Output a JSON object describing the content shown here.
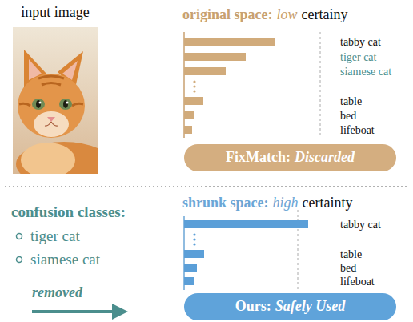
{
  "diagram": {
    "nodes": [
      {
        "text": [
          "FixMatch:",
          "Discarded"
        ]
      },
      {
        "text": [
          "Ours:",
          "Safely Used"
        ]
      }
    ],
    "labels": [
      "input image",
      "original space:",
      "low",
      "certainy",
      "tabby cat",
      "tiger cat",
      "siamese cat",
      "table",
      "bed",
      "lifeboat",
      "confusion classes:",
      "tiger cat",
      "siamese cat",
      "removed",
      "shrunk space:",
      "high",
      "certainty",
      "tabby cat",
      "table",
      "bed",
      "lifeboat"
    ]
  }
}
